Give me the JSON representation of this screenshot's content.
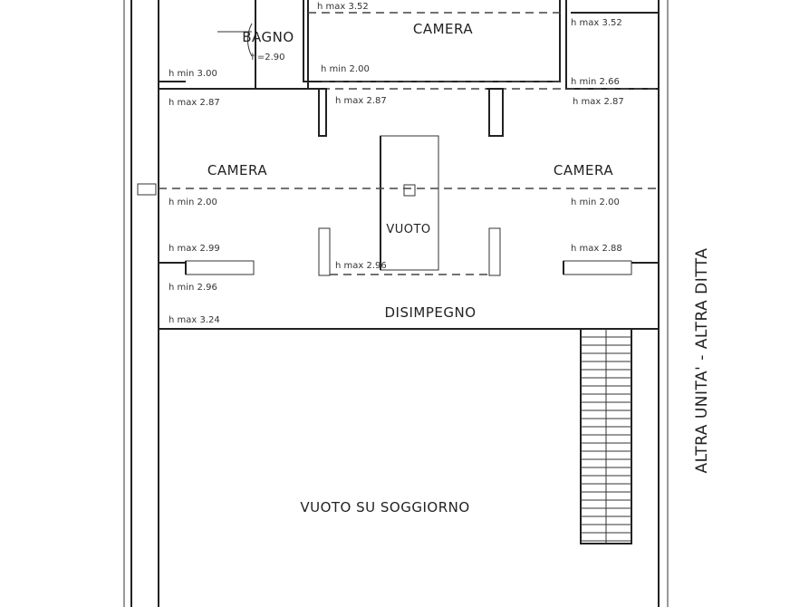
{
  "rooms": {
    "bagno": "BAGNO",
    "bagno_h": "h=2.90",
    "camera_top": "CAMERA",
    "camera_left": "CAMERA",
    "camera_right": "CAMERA",
    "vuoto": "VUOTO",
    "disimpegno": "DISIMPEGNO",
    "vuoto_soggiorno": "VUOTO SU SOGGIORNO",
    "altra_unita": "ALTRA UNITA' - ALTRA DITTA"
  },
  "heights": {
    "top_max": "h max 3.52",
    "right_top_max": "h max 3.52",
    "left_min_1": "h min 3.00",
    "left_max_1": "h max 2.87",
    "mid_min": "h min 2.00",
    "mid_max": "h max 2.87",
    "right_min_1": "h min 2.66",
    "right_max_1": "h max 2.87",
    "left_min_2": "h min 2.00",
    "right_min_2": "h min 2.00",
    "left_max_2": "h max 2.99",
    "right_max_2": "h max 2.88",
    "center_max": "h max 2.96",
    "left_min_3": "h min 2.96",
    "left_max_3": "h max 3.24"
  }
}
